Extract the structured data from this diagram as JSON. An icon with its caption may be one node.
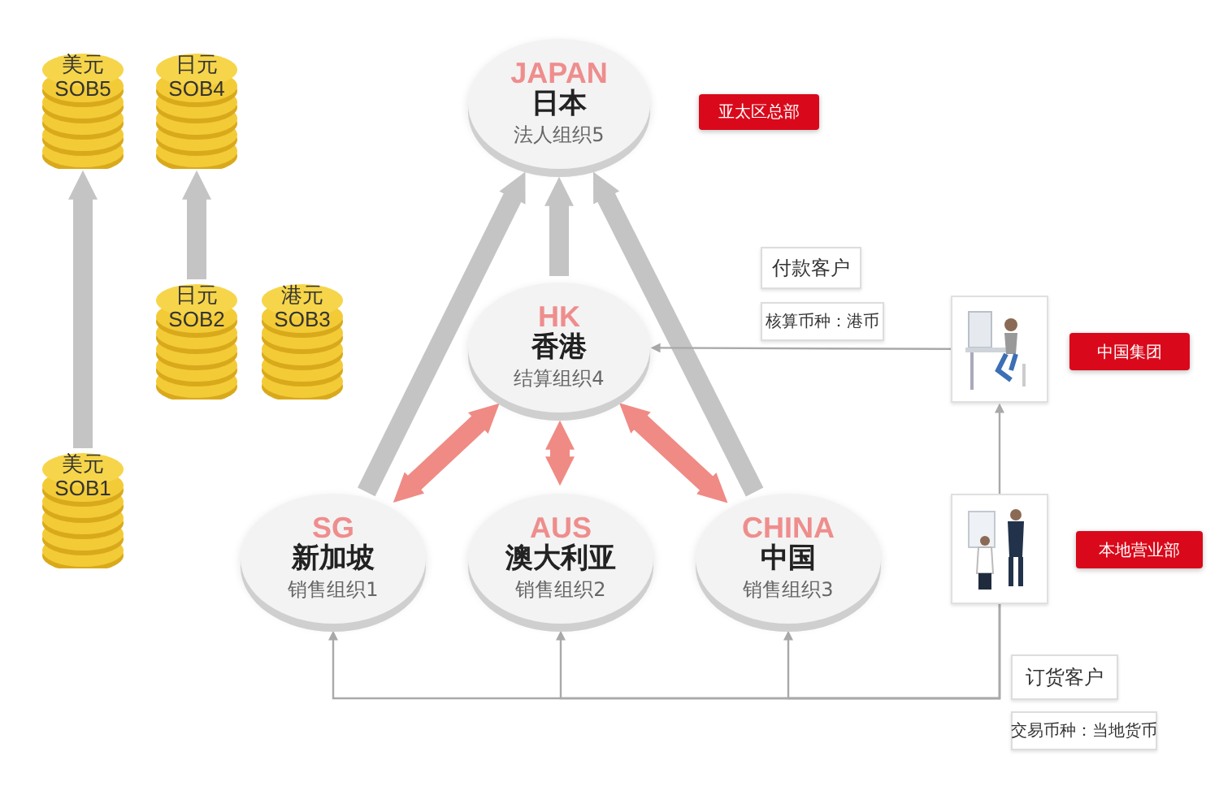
{
  "diagram": {
    "nodes": [
      {
        "text": [
          "美元",
          "SOB5"
        ]
      },
      {
        "text": [
          "日元",
          "SOB4"
        ]
      },
      {
        "text": [
          "日元",
          "SOB2"
        ]
      },
      {
        "text": [
          "港元",
          "SOB3"
        ]
      },
      {
        "text": [
          "美元",
          "SOB1"
        ]
      },
      {
        "text": [
          "JAPAN",
          "日本",
          "法人组织5"
        ]
      },
      {
        "text": [
          "HK",
          "香港",
          "结算组织4"
        ]
      },
      {
        "text": [
          "SG",
          "新加坡",
          "销售组织1"
        ]
      },
      {
        "text": [
          "AUS",
          "澳大利亚",
          "销售组织2"
        ]
      },
      {
        "text": [
          "CHINA",
          "中国",
          "销售组织3"
        ]
      },
      {
        "text": [
          "亚太区总部"
        ]
      },
      {
        "text": [
          "付款客户"
        ]
      },
      {
        "text": [
          "核算币种：港币"
        ]
      },
      {
        "text": [],
        "shape": "picture"
      },
      {
        "text": [
          "中国集团"
        ]
      },
      {
        "text": [],
        "shape": "picture"
      },
      {
        "text": [
          "本地营业部"
        ]
      },
      {
        "text": [
          "订货客户"
        ]
      },
      {
        "text": [
          "交易币种：当地货币"
        ]
      }
    ],
    "edges": [
      {
        "from": 4,
        "to": 0,
        "arrow": "to"
      },
      {
        "from": 2,
        "to": 1,
        "arrow": "to"
      },
      {
        "from": 7,
        "to": 5,
        "arrow": "to"
      },
      {
        "from": 6,
        "to": 5,
        "arrow": "to"
      },
      {
        "from": 9,
        "to": 5,
        "arrow": "to"
      },
      {
        "from": 6,
        "to": 7,
        "arrow": "both",
        "color": "#f08a84"
      },
      {
        "from": 6,
        "to": 8,
        "arrow": "both",
        "color": "#f08a84"
      },
      {
        "from": 6,
        "to": 9,
        "arrow": "both",
        "color": "#f08a84"
      },
      {
        "from": 13,
        "to": 6,
        "arrow": "to"
      },
      {
        "from": 15,
        "to": 13,
        "arrow": "to"
      },
      {
        "from": 15,
        "to": 7,
        "arrow": "to"
      },
      {
        "from": 15,
        "to": 8,
        "arrow": "to"
      },
      {
        "from": 15,
        "to": 9,
        "arrow": "to"
      }
    ]
  }
}
